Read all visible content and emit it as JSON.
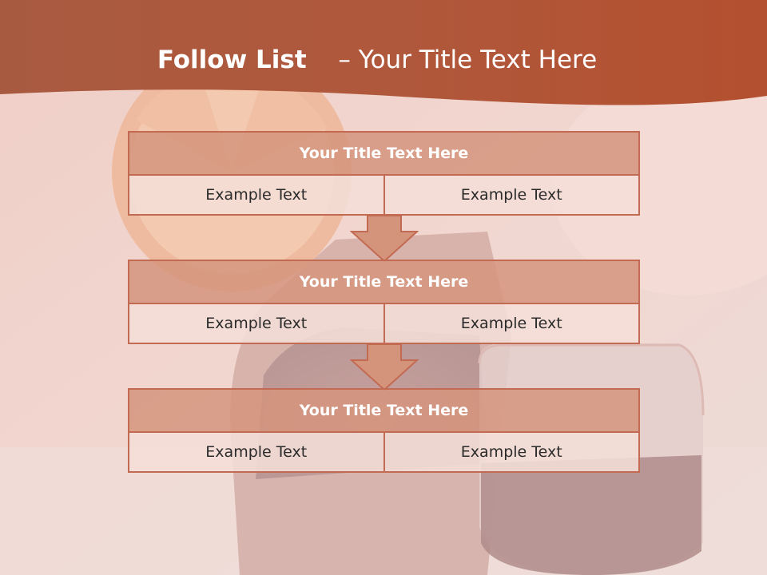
{
  "slide": {
    "title_bold": "Follow List",
    "title_separator": "–",
    "title_rest": "Your Title Text Here"
  },
  "colors": {
    "header": "#b5583a",
    "block_border": "#c36a52",
    "block_title_fill": "#d4947c",
    "block_cell_fill": "#f4ded7",
    "arrow_fill": "#d4947c"
  },
  "steps": [
    {
      "title": "Your Title Text Here",
      "left": "Example Text",
      "right": "Example Text"
    },
    {
      "title": "Your Title Text Here",
      "left": "Example Text",
      "right": "Example Text"
    },
    {
      "title": "Your Title Text Here",
      "left": "Example Text",
      "right": "Example Text"
    }
  ]
}
